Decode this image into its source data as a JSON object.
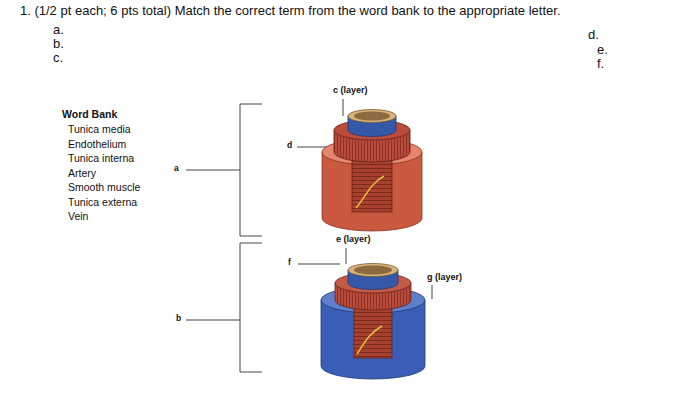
{
  "diagram": {
    "title": "1. (1/2 pt each; 6 pts total) Match the correct term from the word bank to the appropriate letter.",
    "labels": [
      "a.",
      "b.",
      "c.",
      "d.",
      "e.",
      "f.",
      "Word Bank",
      "Tunica media",
      "Endothelium",
      "Tunica interna",
      "Artery",
      "Smooth muscle",
      "Tunica externa",
      "Vein",
      "c (layer)",
      "d",
      "a",
      "e (layer)",
      "f",
      "g (layer)",
      "b"
    ]
  }
}
